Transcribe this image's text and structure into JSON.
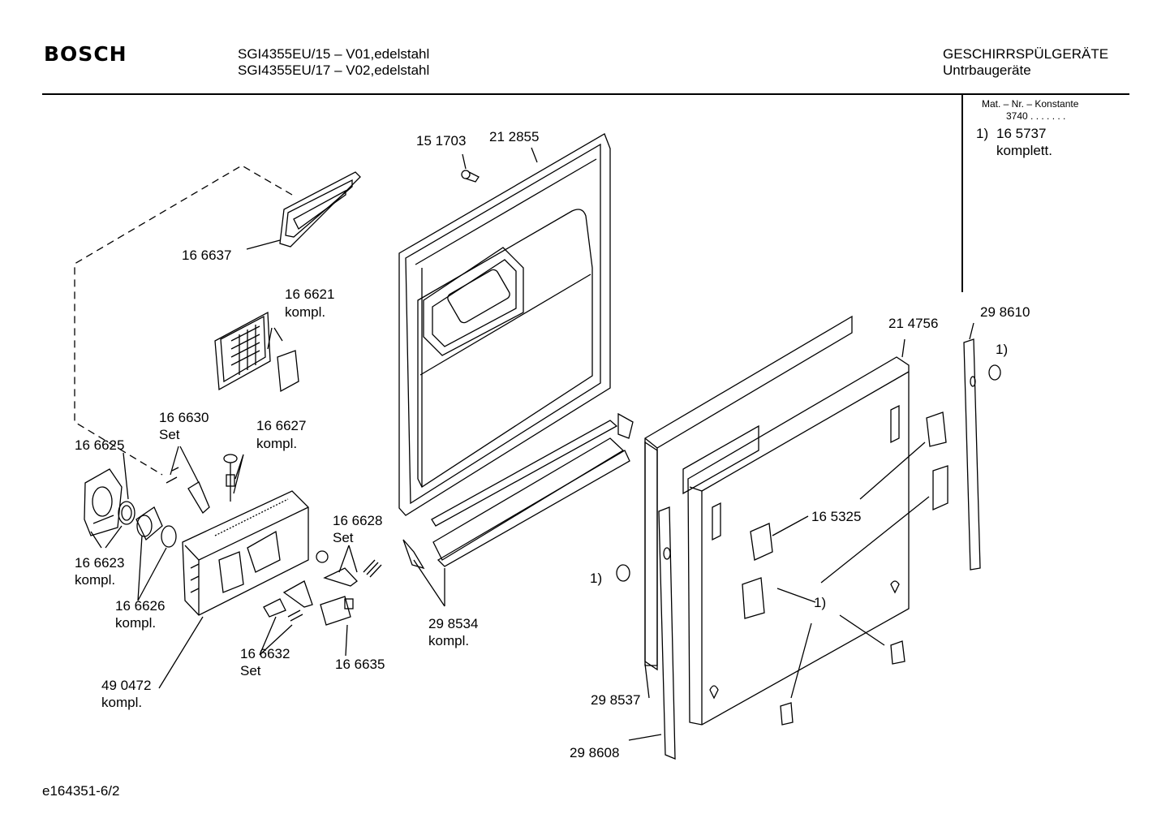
{
  "header": {
    "brand": "BOSCH",
    "model_lines": [
      "SGI4355EU/15 – V01,edelstahl",
      "SGI4355EU/17 – V02,edelstahl"
    ],
    "category": "GESCHIRRSPÜLGERÄTE",
    "subcategory": "Untrbaugeräte"
  },
  "info_box": {
    "title": "Mat. – Nr. – Konstante",
    "constant": "3740 . . . . . . .",
    "note_marker": "1)",
    "note_part": "16 5737",
    "note_text": "komplett."
  },
  "parts": [
    {
      "id": "151703",
      "number": "15 1703"
    },
    {
      "id": "212855",
      "number": "21 2855"
    },
    {
      "id": "166637",
      "number": "16 6637"
    },
    {
      "id": "166621",
      "number": "16 6621",
      "suffix": "kompl."
    },
    {
      "id": "166630",
      "number": "16 6630",
      "suffix": "Set"
    },
    {
      "id": "166627",
      "number": "16 6627",
      "suffix": "kompl."
    },
    {
      "id": "166625",
      "number": "16 6625"
    },
    {
      "id": "166623",
      "number": "16 6623",
      "suffix": "kompl."
    },
    {
      "id": "166626",
      "number": "16 6626",
      "suffix": "kompl."
    },
    {
      "id": "490472",
      "number": "49 0472",
      "suffix": "kompl."
    },
    {
      "id": "166628",
      "number": "16 6628",
      "suffix": "Set"
    },
    {
      "id": "166632",
      "number": "16 6632",
      "suffix": "Set"
    },
    {
      "id": "166635",
      "number": "16 6635"
    },
    {
      "id": "298534",
      "number": "29 8534",
      "suffix": "kompl."
    },
    {
      "id": "214756",
      "number": "21 4756"
    },
    {
      "id": "298610",
      "number": "29 8610"
    },
    {
      "id": "165325",
      "number": "16 5325"
    },
    {
      "id": "298537",
      "number": "29 8537"
    },
    {
      "id": "298608",
      "number": "29 8608"
    }
  ],
  "note_markers": [
    "1)",
    "1)",
    "1)"
  ],
  "footer": {
    "doc_id": "e164351-6/2"
  }
}
